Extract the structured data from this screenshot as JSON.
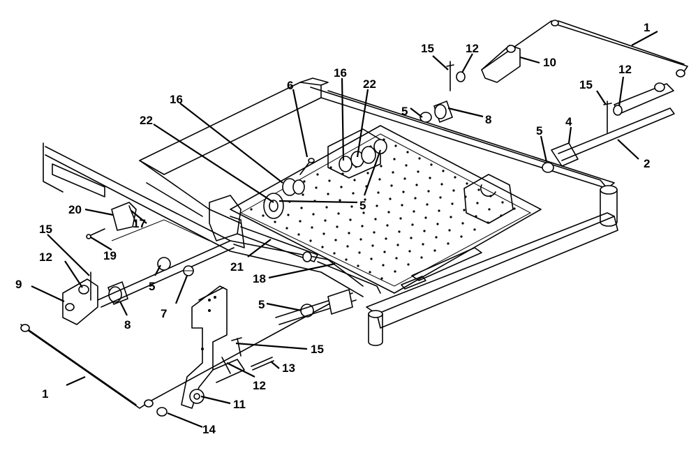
{
  "callouts": [
    {
      "id": "c1a",
      "text": "1"
    },
    {
      "id": "c1b",
      "text": "1"
    },
    {
      "id": "c2",
      "text": "2"
    },
    {
      "id": "c4",
      "text": "4"
    },
    {
      "id": "c5a",
      "text": "5"
    },
    {
      "id": "c5b",
      "text": "5"
    },
    {
      "id": "c5c",
      "text": "5"
    },
    {
      "id": "c5d",
      "text": "5"
    },
    {
      "id": "c5e",
      "text": "5"
    },
    {
      "id": "c6",
      "text": "6"
    },
    {
      "id": "c7",
      "text": "7"
    },
    {
      "id": "c8a",
      "text": "8"
    },
    {
      "id": "c8b",
      "text": "8"
    },
    {
      "id": "c9",
      "text": "9"
    },
    {
      "id": "c10",
      "text": "10"
    },
    {
      "id": "c11",
      "text": "11"
    },
    {
      "id": "c12a",
      "text": "12"
    },
    {
      "id": "c12b",
      "text": "12"
    },
    {
      "id": "c12c",
      "text": "12"
    },
    {
      "id": "c12d",
      "text": "12"
    },
    {
      "id": "c13",
      "text": "13"
    },
    {
      "id": "c14",
      "text": "14"
    },
    {
      "id": "c15a",
      "text": "15"
    },
    {
      "id": "c15b",
      "text": "15"
    },
    {
      "id": "c15c",
      "text": "15"
    },
    {
      "id": "c15d",
      "text": "15"
    },
    {
      "id": "c16a",
      "text": "16"
    },
    {
      "id": "c16b",
      "text": "16"
    },
    {
      "id": "c17",
      "text": "17"
    },
    {
      "id": "c18",
      "text": "18"
    },
    {
      "id": "c19",
      "text": "19"
    },
    {
      "id": "c20",
      "text": "20"
    },
    {
      "id": "c21",
      "text": "21"
    },
    {
      "id": "c22a",
      "text": "22"
    },
    {
      "id": "c22b",
      "text": "22"
    }
  ]
}
